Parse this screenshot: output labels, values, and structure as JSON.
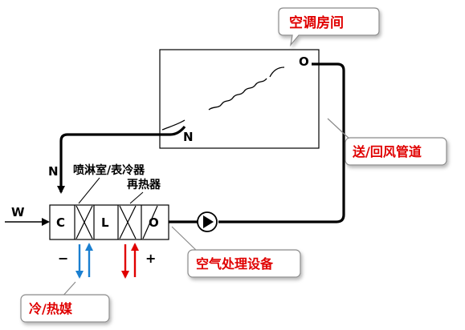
{
  "callouts": {
    "room": "空调房间",
    "duct": "送/回风管道",
    "ahu": "空气处理设备",
    "medium": "冷/热媒"
  },
  "labels": {
    "room_outlet": "O",
    "room_inlet": "N",
    "return_air": "N",
    "fresh_air": "W",
    "section_c": "C",
    "section_l": "L",
    "section_o": "O",
    "spray_cooler": "喷淋室/表冷器",
    "reheater": "再热器",
    "minus": "−",
    "plus": "+"
  },
  "colors": {
    "callout_text": "#e00000",
    "callout_border": "#8a8a8a",
    "cold_arrow": "#1a7fd0",
    "hot_arrow": "#e00000",
    "line": "#000000"
  }
}
